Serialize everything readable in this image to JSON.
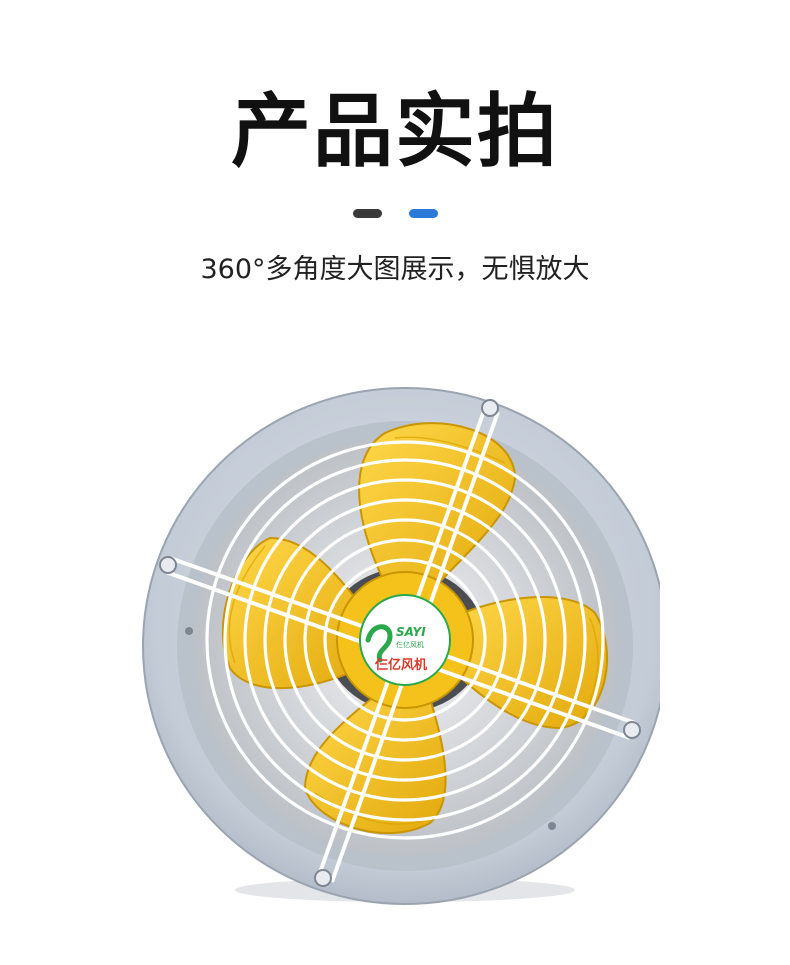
{
  "header": {
    "title": "产品实拍",
    "subtitle": "360°多角度大图展示，无惧放大"
  },
  "indicator": {
    "colors": [
      "#3a3a3a",
      "#2b7ad9"
    ]
  },
  "product_photo": {
    "logo_brand": "SAYI",
    "logo_cn": "仨亿风机",
    "logo_small": "仨亿风机",
    "colors": {
      "housing": "#c7ced8",
      "blade": "#f2c21b",
      "guard": "#ffffff",
      "logo_green": "#2aa84a",
      "logo_red": "#d93a2b"
    }
  }
}
